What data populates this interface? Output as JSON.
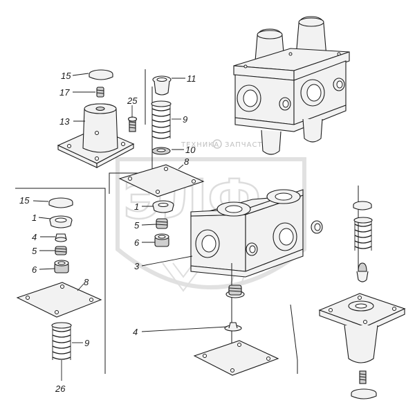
{
  "diagram": {
    "callouts": {
      "c15a": "15",
      "c17": "17",
      "c13": "13",
      "c25": "25",
      "c11": "11",
      "c9a": "9",
      "c10": "10",
      "c8a": "8",
      "c15b": "15",
      "c1a": "1",
      "c4a": "4",
      "c5a": "5",
      "c6a": "6",
      "c8b": "8",
      "c9b": "9",
      "c26": "26",
      "c1b": "1",
      "c5b": "5",
      "c6b": "6",
      "c3": "3",
      "c4b": "4"
    }
  },
  "watermark": {
    "brand": "ЭЛФ",
    "caption_left": "ТЕХНИКА",
    "caption_right": "ЗАПЧАСТИ"
  }
}
